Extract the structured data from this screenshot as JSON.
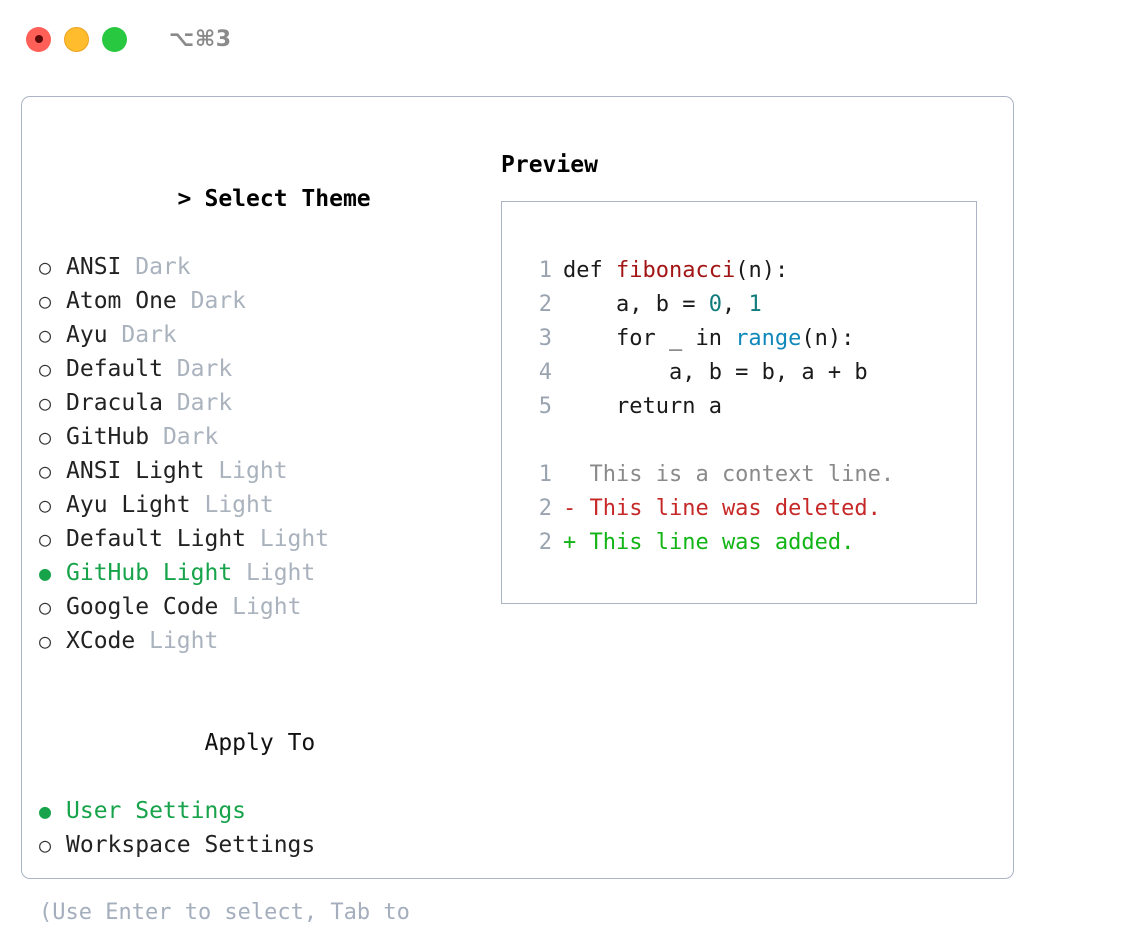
{
  "titlebar": {
    "shortcut": "⌥⌘3",
    "buttons": [
      "close",
      "minimize",
      "zoom"
    ]
  },
  "theme_section": {
    "marker": ">",
    "title": "Select Theme",
    "options": [
      {
        "marker": "○",
        "label": "ANSI",
        "variant": "Dark",
        "selected": false
      },
      {
        "marker": "○",
        "label": "Atom One",
        "variant": "Dark",
        "selected": false
      },
      {
        "marker": "○",
        "label": "Ayu",
        "variant": "Dark",
        "selected": false
      },
      {
        "marker": "○",
        "label": "Default",
        "variant": "Dark",
        "selected": false
      },
      {
        "marker": "○",
        "label": "Dracula",
        "variant": "Dark",
        "selected": false
      },
      {
        "marker": "○",
        "label": "GitHub",
        "variant": "Dark",
        "selected": false
      },
      {
        "marker": "○",
        "label": "ANSI Light",
        "variant": "Light",
        "selected": false
      },
      {
        "marker": "○",
        "label": "Ayu Light",
        "variant": "Light",
        "selected": false
      },
      {
        "marker": "○",
        "label": "Default Light",
        "variant": "Light",
        "selected": false
      },
      {
        "marker": "●",
        "label": "GitHub Light",
        "variant": "Light",
        "selected": true
      },
      {
        "marker": "○",
        "label": "Google Code",
        "variant": "Light",
        "selected": false
      },
      {
        "marker": "○",
        "label": "XCode",
        "variant": "Light",
        "selected": false
      }
    ]
  },
  "apply_section": {
    "title": "Apply To",
    "options": [
      {
        "marker": "●",
        "label": "User Settings",
        "selected": true
      },
      {
        "marker": "○",
        "label": "Workspace Settings",
        "selected": false
      }
    ]
  },
  "hint": "(Use Enter to select, Tab to change focus)",
  "preview": {
    "title": "Preview",
    "code_lines": [
      {
        "no": "1",
        "segments": [
          {
            "text": "def ",
            "type": "plain"
          },
          {
            "text": "fibonacci",
            "type": "fn"
          },
          {
            "text": "(n):",
            "type": "plain"
          }
        ]
      },
      {
        "no": "2",
        "segments": [
          {
            "text": "    a, b = ",
            "type": "plain"
          },
          {
            "text": "0",
            "type": "num"
          },
          {
            "text": ", ",
            "type": "plain"
          },
          {
            "text": "1",
            "type": "num"
          }
        ]
      },
      {
        "no": "3",
        "segments": [
          {
            "text": "    for _ in ",
            "type": "plain"
          },
          {
            "text": "range",
            "type": "call"
          },
          {
            "text": "(n):",
            "type": "plain"
          }
        ]
      },
      {
        "no": "4",
        "segments": [
          {
            "text": "        a, b = b, a + b",
            "type": "plain"
          }
        ]
      },
      {
        "no": "5",
        "segments": [
          {
            "text": "    return a",
            "type": "plain"
          }
        ]
      }
    ],
    "diff_lines": [
      {
        "no": "1",
        "sign": " ",
        "text": " This is a context line.",
        "kind": "ctx"
      },
      {
        "no": "2",
        "sign": "-",
        "text": " This line was deleted.",
        "kind": "del"
      },
      {
        "no": "2",
        "sign": "+",
        "text": " This line was added.",
        "kind": "add"
      }
    ]
  },
  "colors": {
    "accent_green": "#16a34a",
    "muted": "#a9b2bd",
    "border": "#aab4c4",
    "syntax_function": "#a31515",
    "syntax_number": "#0f7b7b",
    "syntax_call": "#1188bb",
    "diff_delete": "#c62828",
    "diff_add": "#12b515"
  }
}
